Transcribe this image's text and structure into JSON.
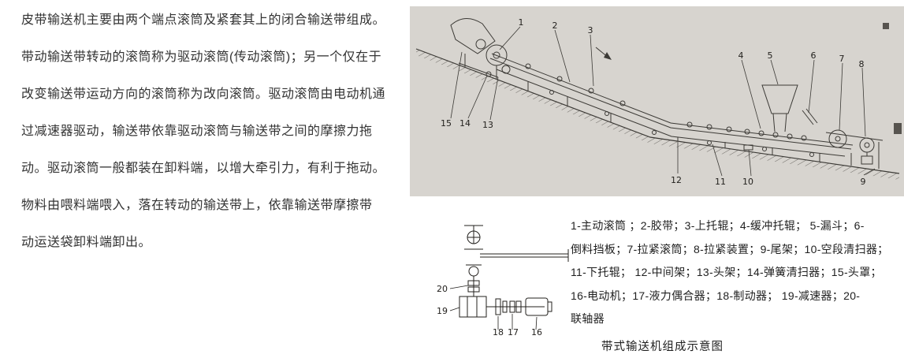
{
  "left_text": {
    "lines": [
      "皮带输送机主要由两个端点滚筒及紧套其上的闭合输送带组成。",
      "带动输送带转动的滚筒称为驱动滚筒(传动滚筒)；另一个仅在于",
      "改变输送带运动方向的滚筒称为改向滚筒。驱动滚筒由电动机通",
      "过减速器驱动，输送带依靠驱动滚筒与输送带之间的摩擦力拖",
      "动。驱动滚筒一般都装在卸料端，以增大牵引力，有利于拖动。",
      "物料由喂料端喂入，落在转动的输送带上，依靠输送带摩擦带",
      "动运送袋卸料端卸出。"
    ]
  },
  "figure": {
    "background": "#d7d4cf",
    "part_labels": {
      "l1": "1",
      "l2": "2",
      "l3": "3",
      "l4": "4",
      "l5": "5",
      "l6": "6",
      "l7": "7",
      "l8": "8",
      "l9": "9",
      "l10": "10",
      "l11": "11",
      "l12": "12",
      "l13": "13",
      "l14": "14",
      "l15": "15"
    },
    "drive_labels": {
      "l16": "16",
      "l17": "17",
      "l18": "18",
      "l19": "19",
      "l20": "20"
    }
  },
  "legend": {
    "lines": [
      "1-主动滚筒 ；2-胶带；3-上托辊；4-缓冲托辊； 5-漏斗；6-",
      "倒料挡板；7-拉紧滚筒；8-拉紧装置；9-尾架；10-空段清扫器；",
      "11-下托辊； 12-中间架；13-头架；14-弹簧清扫器；15-头罩；",
      "16-电动机；17-液力偶合器；18-制动器； 19-减速器；20-",
      "联轴器"
    ]
  },
  "caption": "带式输送机组成示意图"
}
